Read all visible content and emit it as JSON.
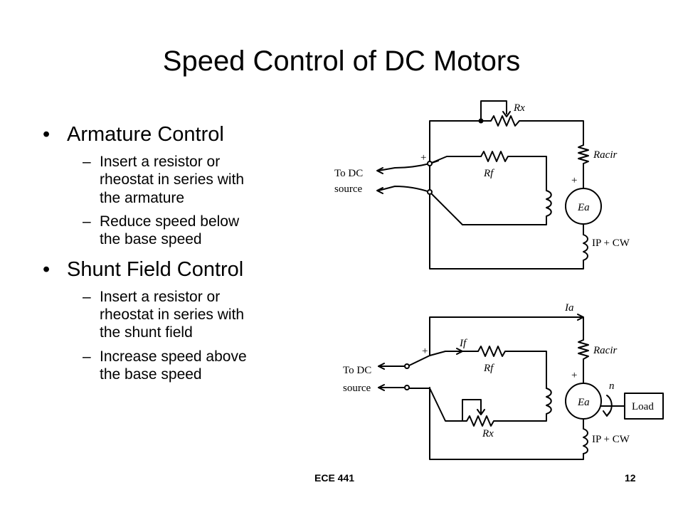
{
  "title": "Speed Control of DC Motors",
  "sections": [
    {
      "heading": "Armature Control",
      "items": [
        [
          "Insert a resistor or",
          "rheostat in series with",
          "the armature"
        ],
        [
          "Reduce speed below",
          "the base speed"
        ]
      ]
    },
    {
      "heading": "Shunt Field Control",
      "items": [
        [
          "Insert a resistor or",
          "rheostat in series with",
          "the shunt field"
        ],
        [
          "Increase speed above",
          "the base speed"
        ]
      ]
    }
  ],
  "bullet_glyph": "•",
  "dash_glyph": "–",
  "diagram_top": {
    "rx_label": "Rx",
    "racir_label": "Racir",
    "rf_label": "Rf",
    "plus_left": "+",
    "plus_right": "+",
    "source_line1": "To DC",
    "source_line2": "source",
    "ea_label": "Ea",
    "ip_label": "IP + CW"
  },
  "diagram_bottom": {
    "ia_label": "Ia",
    "racir_label": "Racir",
    "if_label": "If",
    "rf_label": "Rf",
    "rx_label": "Rx",
    "plus_left": "+",
    "plus_right": "+",
    "source_line1": "To DC",
    "source_line2": "source",
    "ea_label": "Ea",
    "n_label": "n",
    "load_label": "Load",
    "ip_label": "IP + CW"
  },
  "footer": {
    "course": "ECE 441",
    "page": "12"
  }
}
